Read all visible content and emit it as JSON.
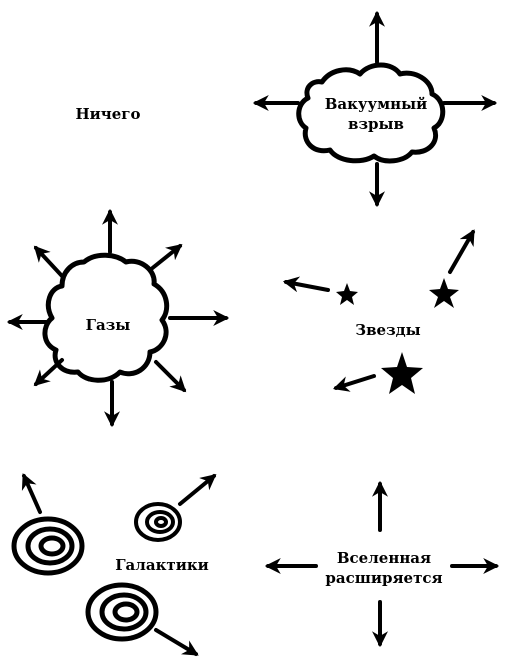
{
  "panels": {
    "nothing": {
      "label": "Ничего"
    },
    "vacuum": {
      "label_line1": "Вакуумный",
      "label_line2": "взрыв"
    },
    "gases": {
      "label": "Газы"
    },
    "stars": {
      "label": "Звезды"
    },
    "galaxies": {
      "label": "Галактики"
    },
    "universe": {
      "label_line1": "Вселенная",
      "label_line2": "расширяется"
    }
  },
  "colors": {
    "ink": "#000000",
    "paper": "#ffffff"
  }
}
